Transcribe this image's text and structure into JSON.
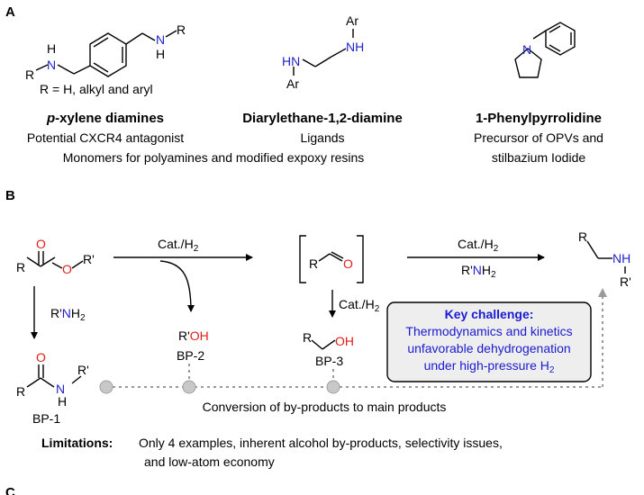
{
  "panel_a": {
    "label": "A",
    "xylene": {
      "nh_left": "N",
      "h_left": "H",
      "r_left": "R",
      "nh_right": "N",
      "h_right": "H",
      "r_right": "R",
      "r_def": "R = H, alkyl and aryl",
      "name": "p-xylene diamines",
      "use": "Potential CXCR4 antagonist"
    },
    "diarylethane": {
      "ar_top": "Ar",
      "nh_top": "NH",
      "hn_left": "HN",
      "ar_bottom": "Ar",
      "name": "Diarylethane-1,2-diamine",
      "use": "Ligands"
    },
    "phenylpyrrolidine": {
      "n_label": "N",
      "name": "1-Phenylpyrrolidine",
      "use_line1": "Precursor of OPVs and",
      "use_line2": "stilbazium Iodide"
    },
    "monomers": "Monomers for polyamines and modified expoxy resins"
  },
  "panel_b": {
    "label": "B",
    "ester": {
      "r": "R",
      "o_carbonyl": "O",
      "o_ester": "O",
      "r_prime": "R'"
    },
    "step1": "Cat./H",
    "step1_sub": "2",
    "aldehyde": {
      "r": "R",
      "o": "O"
    },
    "step2": "Cat./H",
    "step2_sub": "2",
    "reagent2_r": "R'",
    "reagent2_n": "N",
    "reagent2_h": "H",
    "reagent2_sub": "2",
    "product": {
      "r": "R",
      "nh": "NH",
      "r_prime": "R'"
    },
    "reagent_amine_r": "R'",
    "reagent_amine_n": "N",
    "reagent_amine_h": "H",
    "reagent_amine_sub": "2",
    "bp1": {
      "o": "O",
      "r": "R",
      "n": "N",
      "h": "H",
      "r_prime": "R'",
      "label": "BP-1"
    },
    "bp2": {
      "r": "R'",
      "oh": "OH",
      "label": "BP-2"
    },
    "step3": "Cat./H",
    "step3_sub": "2",
    "bp3": {
      "r": "R",
      "oh": "OH",
      "label": "BP-3"
    },
    "challenge": {
      "title": "Key challenge:",
      "line1": "Thermodynamics and kinetics",
      "line2": "unfavorable dehydrogenation",
      "line3": "under high-pressure H",
      "line3_sub": "2"
    },
    "conversion": "Conversion of by-products to main products",
    "limitations_label": "Limitations:",
    "limitations_line1": "Only 4 examples, inherent alcohol by-products, selectivity issues,",
    "limitations_line2": "and low-atom economy"
  },
  "panel_c": {
    "label": "C"
  },
  "colors": {
    "nitrogen": "#1f1fcf",
    "oxygen": "#e0201a",
    "challenge_text": "#1a1ad0",
    "dotted": "#9a9a9a",
    "box_fill": "#eeeeee"
  }
}
